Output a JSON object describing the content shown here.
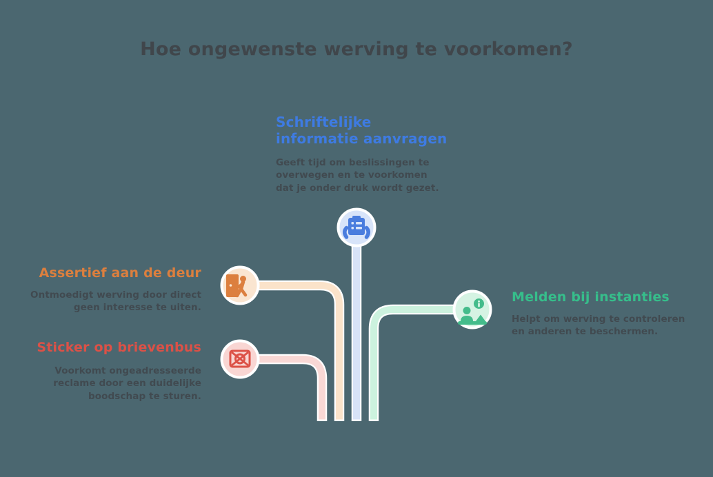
{
  "title": "Hoe ongewenste werving te voorkomen?",
  "colors": {
    "background": "#4B6770",
    "title_text": "#40464B",
    "body_text": "#414A50",
    "blue": "#3E7BE2",
    "orange": "#DC7F3E",
    "red": "#DC5147",
    "green": "#36BE8B",
    "line_blue": "#D8E3F7",
    "line_peach": "#FBE3CA",
    "line_pink": "#F9D8D5",
    "line_green": "#CCF2DE",
    "circle_blue_bg": "#D8E4F9",
    "circle_orange_bg": "#FAE5D0",
    "circle_red_bg": "#F9D6D3",
    "circle_green_bg": "#D5F3E3"
  },
  "branches": {
    "written_info": {
      "heading_line1": "Schriftelijke",
      "heading_line2": "informatie aanvragen",
      "body_line1": "Geeft tijd om beslissingen te",
      "body_line2": "overwegen en te voorkomen",
      "body_line3": "dat je onder druk wordt gezet.",
      "icon": "hands-holding-document-icon"
    },
    "assertive_door": {
      "heading": "Assertief aan de deur",
      "body_line1": "Ontmoedigt werving door direct",
      "body_line2": "geen interesse te uiten.",
      "icon": "person-leaving-door-icon"
    },
    "mailbox_sticker": {
      "heading": "Sticker op brievenbus",
      "body_line1": "Voorkomt ongeadresseerde",
      "body_line2": "reclame door een duidelijke",
      "body_line3": "boodschap te sturen.",
      "icon": "no-junk-mail-envelope-icon"
    },
    "report_authorities": {
      "heading": "Melden bij instanties",
      "body_line1": "Helpt om werving te controleren",
      "body_line2": "en anderen te beschermen.",
      "icon": "report-info-desk-icon"
    }
  }
}
